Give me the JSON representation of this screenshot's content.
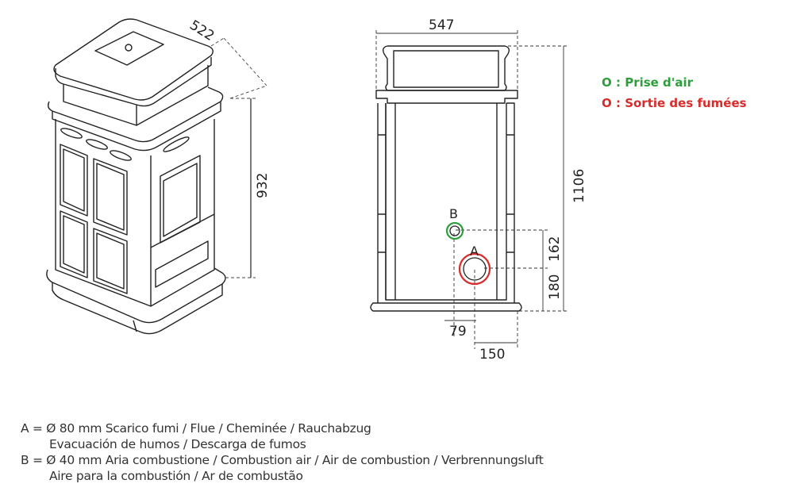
{
  "iso_view": {
    "dim_depth": "522",
    "dim_height": "932"
  },
  "front_view": {
    "dim_width": "547",
    "dim_total_height": "1106",
    "dim_b_height": "162",
    "dim_a_height": "180",
    "dim_b_offset": "79",
    "dim_a_offset": "150",
    "label_a": "A",
    "label_b": "B"
  },
  "legend": {
    "air_intake": "O : Prise d'air",
    "air_intake_color": "#2e9e3c",
    "flue_outlet": "O : Sortie des fumées",
    "flue_outlet_color": "#d62c2c"
  },
  "notes": {
    "a_line1": "A = Ø 80 mm  Scarico fumi / Flue / Cheminée / Rauchabzug",
    "a_line2": "Evacuación de humos / Descarga de fumos",
    "b_line1": "B = Ø 40 mm  Aria combustione / Combustion air / Air de combustion / Verbrennungsluft",
    "b_line2": "Aire para la combustión / Ar de combustão"
  }
}
